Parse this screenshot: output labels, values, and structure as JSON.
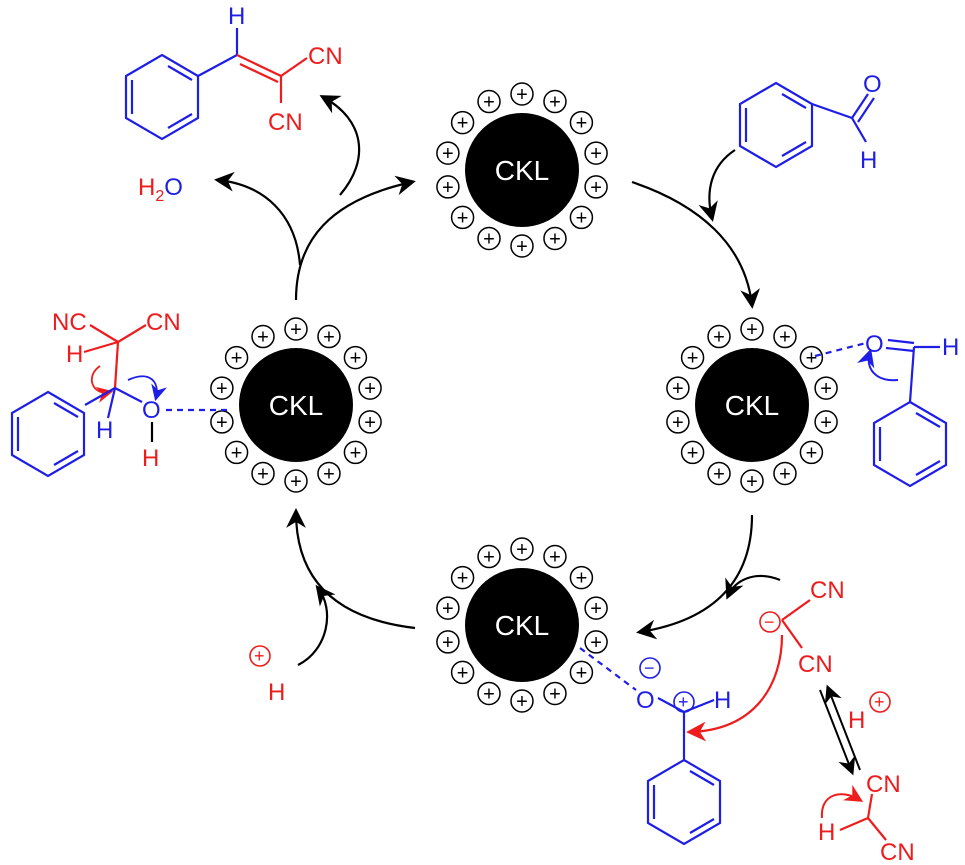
{
  "catalyst": {
    "label": "CKL",
    "surface_charge": "+"
  },
  "colors": {
    "reagent_red": "#ee1c1c",
    "substrate_blue": "#1e1ee6",
    "catalyst_black": "#000000"
  },
  "labels": {
    "cn": "CN",
    "nc": "NC",
    "h": "H",
    "o": "O",
    "o_single": "O",
    "h_single": "H",
    "water_h": "H",
    "water_sub": "2",
    "water_o": "O",
    "plus": "+",
    "minus": "−"
  }
}
